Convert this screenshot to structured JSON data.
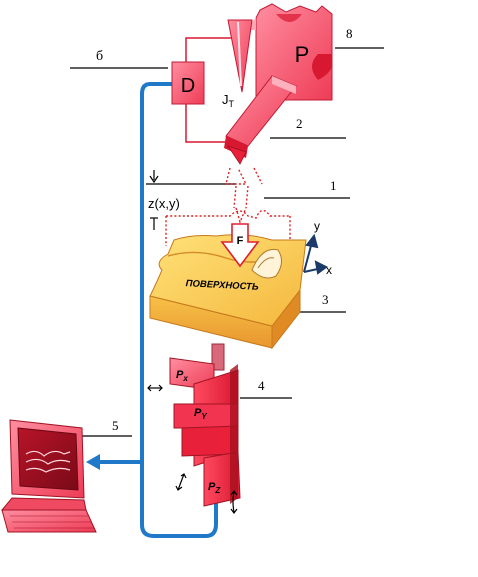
{
  "labels": {
    "n1": "1",
    "n2": "2",
    "n3": "3",
    "n4": "4",
    "n5": "5",
    "n6": "б",
    "n8": "8"
  },
  "blocks": {
    "detector": "D",
    "piezo_p": "P",
    "tunnel_current": "J",
    "tunnel_current_sub": "T",
    "height_func": "z(x,y)",
    "force": "F",
    "surface": "ПОВЕРХНОСТЬ",
    "axis_x": "x",
    "axis_y": "y",
    "px": "P",
    "px_sub": "x",
    "py": "P",
    "py_sub": "Y",
    "pz": "P",
    "pz_sub": "Z"
  },
  "colors": {
    "pink": "#ff5a70",
    "red": "#e8203a",
    "dark_red": "#b01428",
    "yellow": "#ffd24a",
    "orange": "#f2a23a",
    "blue": "#1f78c8",
    "dots": "#e02020"
  }
}
